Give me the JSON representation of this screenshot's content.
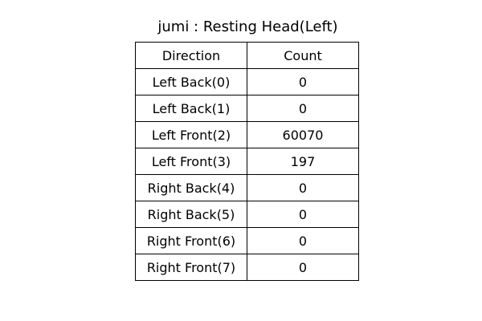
{
  "chart_data": {
    "type": "table",
    "title": "jumi : Resting Head(Left)",
    "columns": [
      "Direction",
      "Count"
    ],
    "rows": [
      [
        "Left Back(0)",
        "0"
      ],
      [
        "Left Back(1)",
        "0"
      ],
      [
        "Left Front(2)",
        "60070"
      ],
      [
        "Left Front(3)",
        "197"
      ],
      [
        "Right Back(4)",
        "0"
      ],
      [
        "Right Back(5)",
        "0"
      ],
      [
        "Right Front(6)",
        "0"
      ],
      [
        "Right Front(7)",
        "0"
      ]
    ]
  }
}
